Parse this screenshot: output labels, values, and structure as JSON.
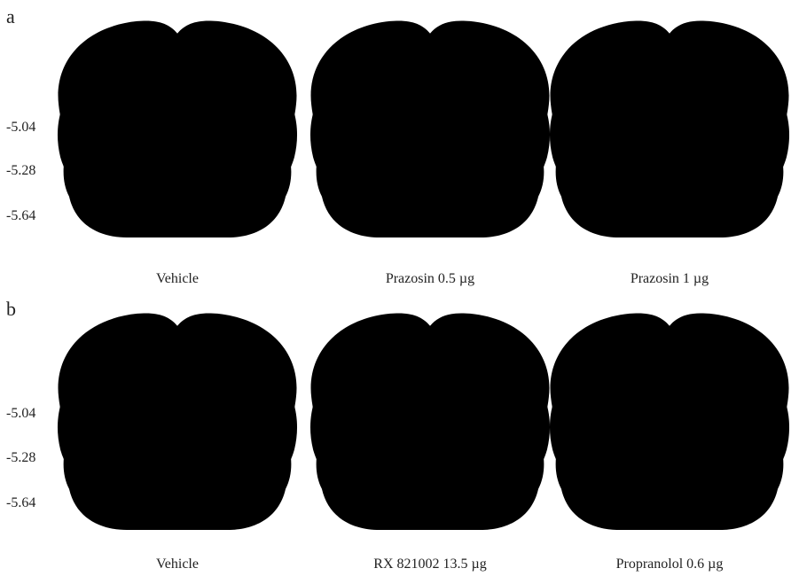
{
  "panels": [
    {
      "letter": "a",
      "levels": [
        "-5.04",
        "-5.28",
        "-5.64"
      ],
      "captions": [
        "Vehicle",
        "Prazosin 0.5 µg",
        "Prazosin 1 µg"
      ]
    },
    {
      "letter": "b",
      "levels": [
        "-5.04",
        "-5.28",
        "-5.64"
      ],
      "captions": [
        "Vehicle",
        "RX 821002 13.5 µg",
        "Propranolol 0.6 µg"
      ]
    }
  ]
}
